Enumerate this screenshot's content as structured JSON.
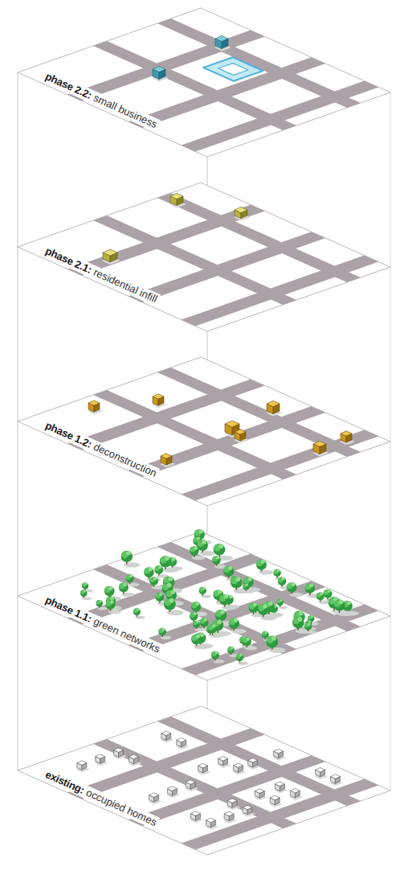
{
  "diagram": {
    "nodes": [
      {
        "text": [
          "phase 2.2:",
          "small business"
        ]
      },
      {
        "text": [
          "phase 2.1:",
          "residential infill"
        ]
      },
      {
        "text": [
          "phase 1.2:",
          "deconstruction"
        ]
      },
      {
        "text": [
          "phase 1.1:",
          "green networks"
        ]
      },
      {
        "text": [
          "existing:",
          "occupied homes"
        ]
      }
    ]
  }
}
